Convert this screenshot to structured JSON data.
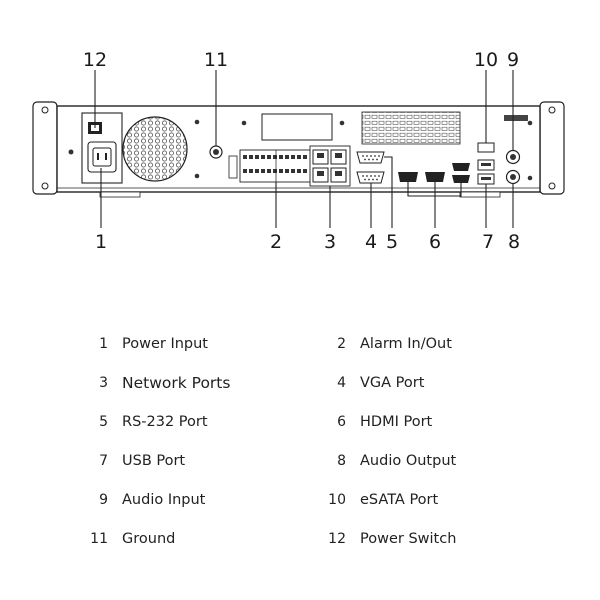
{
  "callouts": {
    "n1": "1",
    "n2": "2",
    "n3": "3",
    "n4": "4",
    "n5": "5",
    "n6": "6",
    "n7": "7",
    "n8": "8",
    "n9": "9",
    "n10": "10",
    "n11": "11",
    "n12": "12"
  },
  "legend": [
    {
      "num": "1",
      "label": "Power Input"
    },
    {
      "num": "2",
      "label": "Alarm In/Out"
    },
    {
      "num": "3",
      "label": "Network Ports"
    },
    {
      "num": "4",
      "label": "VGA Port"
    },
    {
      "num": "5",
      "label": "RS-232 Port"
    },
    {
      "num": "6",
      "label": "HDMI Port"
    },
    {
      "num": "7",
      "label": "USB Port"
    },
    {
      "num": "8",
      "label": "Audio Output"
    },
    {
      "num": "9",
      "label": "Audio Input"
    },
    {
      "num": "10",
      "label": "eSATA Port"
    },
    {
      "num": "11",
      "label": "Ground"
    },
    {
      "num": "12",
      "label": "Power Switch"
    }
  ]
}
